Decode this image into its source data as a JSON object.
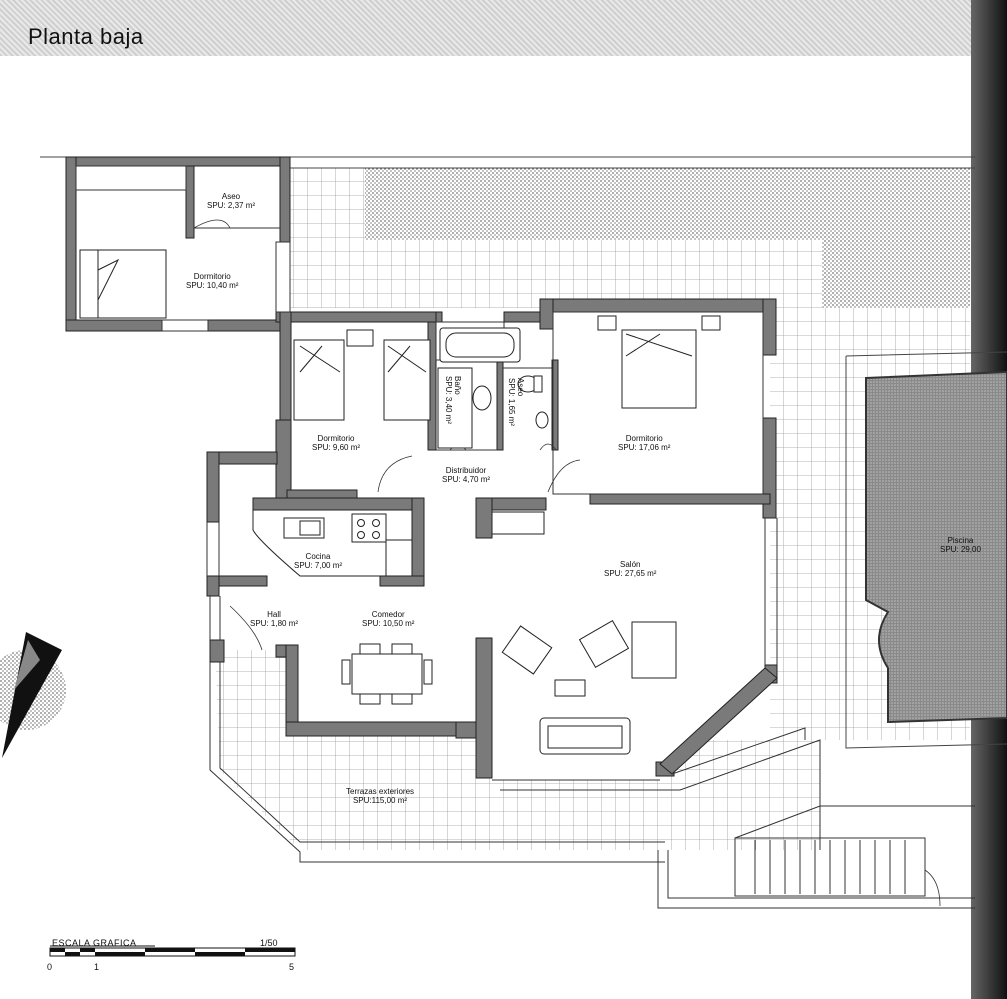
{
  "title": "Planta baja",
  "rooms": [
    {
      "id": "aseo-top",
      "name": "Aseo",
      "area": "SPU:   2,37 m²"
    },
    {
      "id": "dormitorio-annex",
      "name": "Dormitorio",
      "area": "SPU: 10,40 m²"
    },
    {
      "id": "dormitorio-2",
      "name": "Dormitorio",
      "area": "SPU:   9,60 m²"
    },
    {
      "id": "bano",
      "name": "Baño",
      "area": "SPU: 3,40 m²"
    },
    {
      "id": "aseo",
      "name": "Aseo",
      "area": "SPU: 1,65 m²"
    },
    {
      "id": "dormitorio-main",
      "name": "Dormitorio",
      "area": "SPU:   17,06 m²"
    },
    {
      "id": "distribuidor",
      "name": "Distribuidor",
      "area": "SPU:   4,70 m²"
    },
    {
      "id": "cocina",
      "name": "Cocina",
      "area": "SPU:   7,00 m²"
    },
    {
      "id": "salon",
      "name": "Salón",
      "area": "SPU:   27,65 m²"
    },
    {
      "id": "hall",
      "name": "Hall",
      "area": "SPU:   1,80 m²"
    },
    {
      "id": "comedor",
      "name": "Comedor",
      "area": "SPU:   10,50 m²"
    },
    {
      "id": "terrazas",
      "name": "Terrazas exteriores",
      "area": "SPU:115,00 m²"
    },
    {
      "id": "piscina",
      "name": "Piscina",
      "area": "SPU: 29,00"
    }
  ],
  "scale": {
    "title": "ESCALA GRAFICA",
    "ratio": "1/50",
    "ticks": [
      "0",
      "1",
      "5"
    ]
  }
}
